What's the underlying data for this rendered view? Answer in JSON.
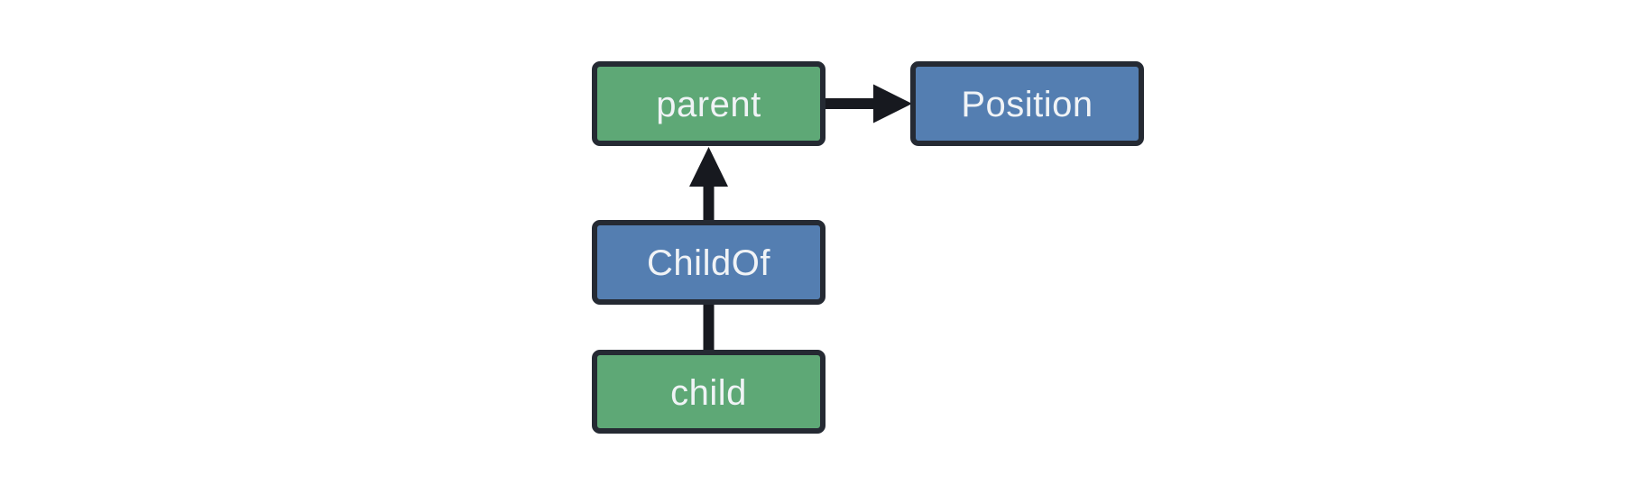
{
  "diagram": {
    "background": "#ffffff",
    "colors": {
      "entity_fill": "#5ea876",
      "component_fill": "#547eb1",
      "box_border": "#252a33",
      "arrow": "#17191f",
      "text": "#f0f3f6"
    },
    "nodes": [
      {
        "id": "parent",
        "label": "parent",
        "type": "entity"
      },
      {
        "id": "position",
        "label": "Position",
        "type": "component"
      },
      {
        "id": "childof",
        "label": "ChildOf",
        "type": "component"
      },
      {
        "id": "child",
        "label": "child",
        "type": "entity"
      }
    ],
    "edges": [
      {
        "from": "parent",
        "to": "position",
        "style": "arrow"
      },
      {
        "from": "childof",
        "to": "parent",
        "style": "arrow"
      },
      {
        "from": "child",
        "to": "childof",
        "style": "line"
      }
    ]
  }
}
